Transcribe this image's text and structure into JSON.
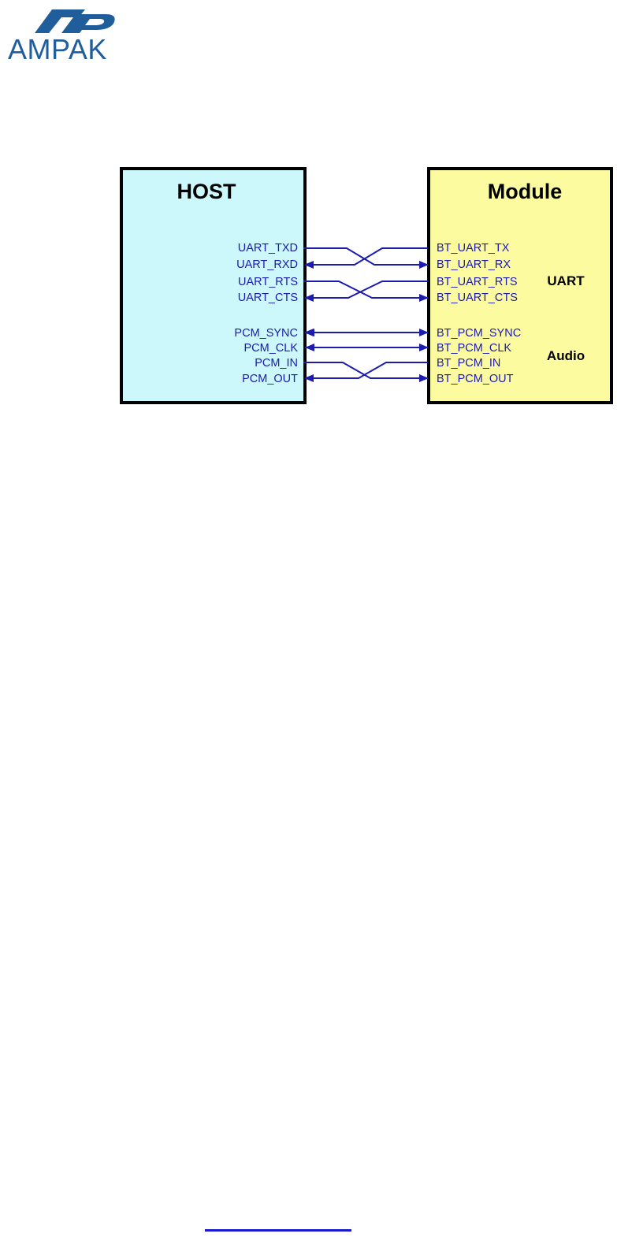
{
  "logo": {
    "text": "AMPAK",
    "color": "#1f5d9b"
  },
  "diagram": {
    "host": {
      "title": "HOST",
      "fill": "#ccf7fb"
    },
    "module": {
      "title": "Module",
      "fill": "#fdfba0"
    },
    "wire_color": "#1b1bb0",
    "signals": [
      {
        "host": "UART_TXD",
        "module": "BT_UART_TX"
      },
      {
        "host": "UART_RXD",
        "module": "BT_UART_RX"
      },
      {
        "host": "UART_RTS",
        "module": "BT_UART_RTS"
      },
      {
        "host": "UART_CTS",
        "module": "BT_UART_CTS"
      },
      {
        "host": "PCM_SYNC",
        "module": "BT_PCM_SYNC"
      },
      {
        "host": "PCM_CLK",
        "module": "BT_PCM_CLK"
      },
      {
        "host": "PCM_IN",
        "module": "BT_PCM_IN"
      },
      {
        "host": "PCM_OUT",
        "module": "BT_PCM_OUT"
      }
    ],
    "groups": {
      "uart": "UART",
      "audio": "Audio"
    }
  }
}
